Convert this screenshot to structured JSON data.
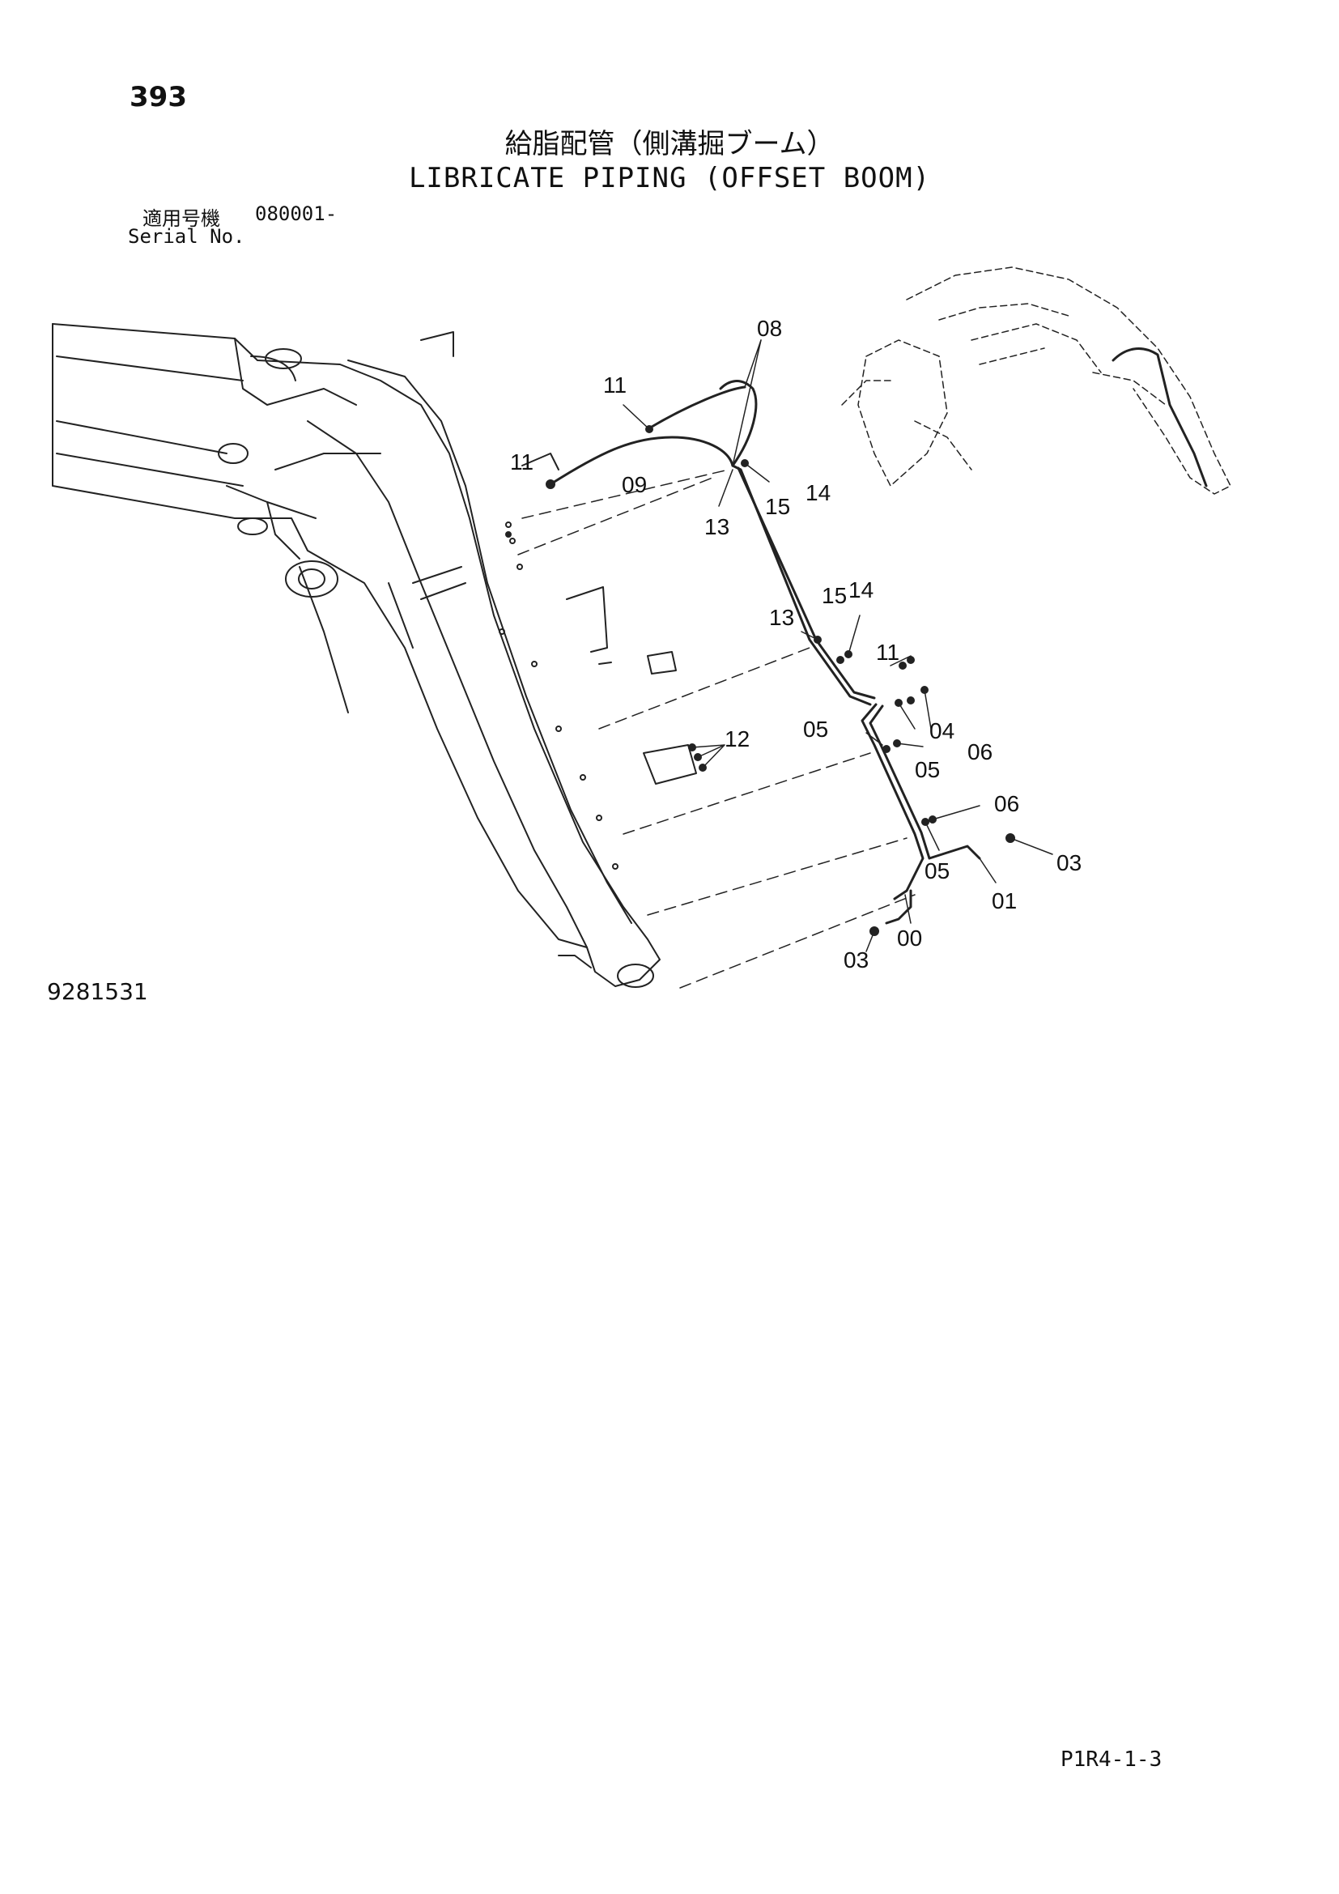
{
  "header": {
    "page_number": "393",
    "title_jp": "給脂配管（側溝掘ブーム）",
    "title_en": "LIBRICATE PIPING (OFFSET BOOM)",
    "serial_label_jp": "適用号機",
    "serial_value": "080001-",
    "serial_label_en": "Serial No."
  },
  "diagram": {
    "callouts": [
      "08",
      "11",
      "11",
      "09",
      "15",
      "14",
      "13",
      "15",
      "14",
      "13",
      "11",
      "04",
      "05",
      "06",
      "05",
      "12",
      "06",
      "05",
      "03",
      "01",
      "00",
      "03"
    ]
  },
  "footer": {
    "figure_number": "9281531",
    "page_code": "P1R4-1-3"
  }
}
